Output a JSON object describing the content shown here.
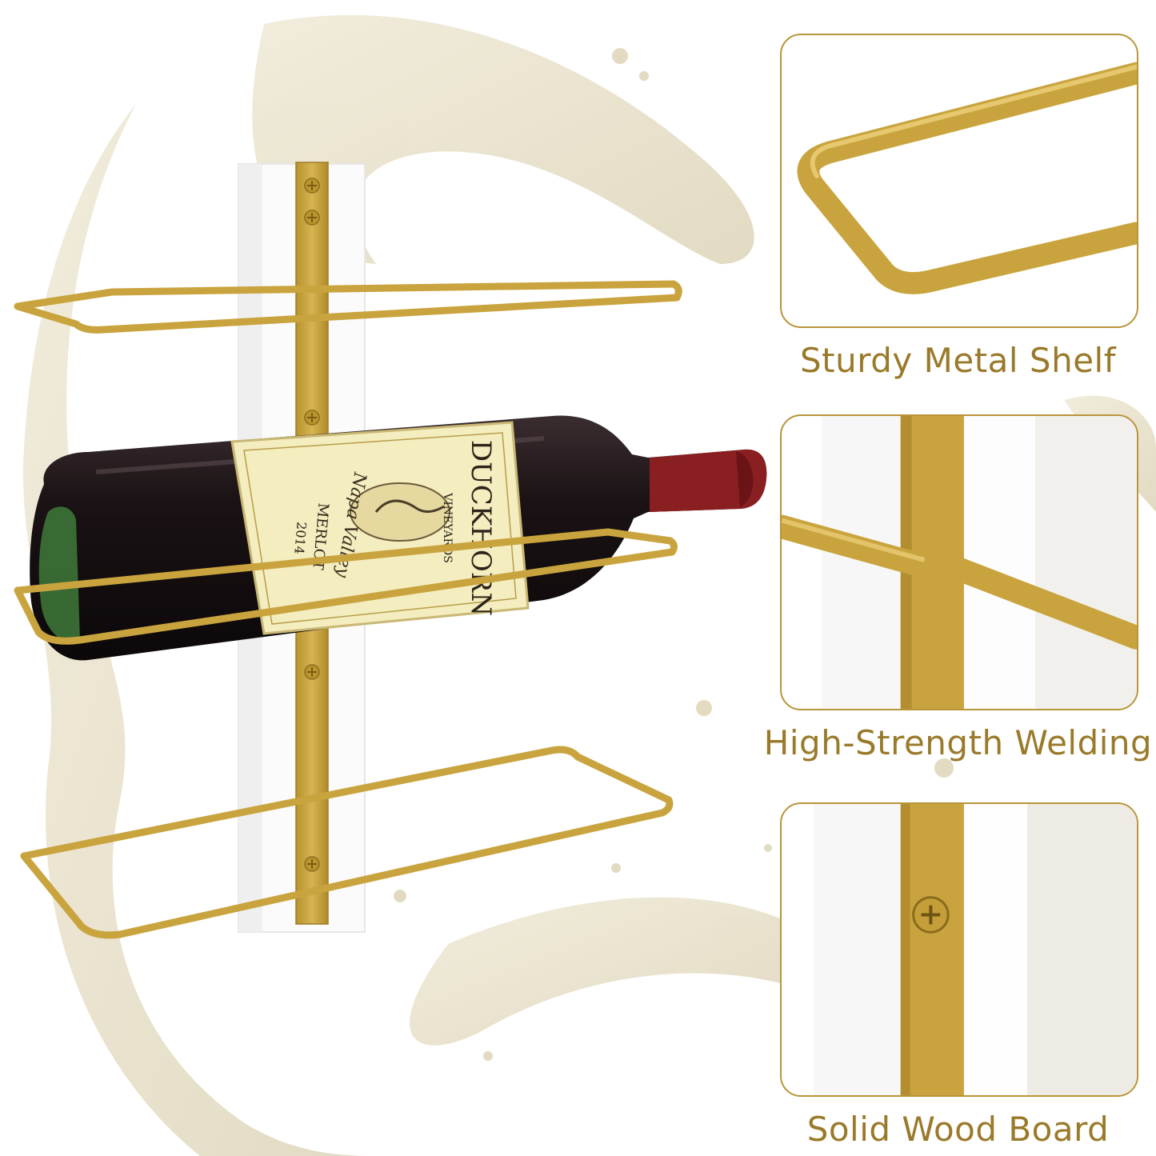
{
  "features": [
    {
      "caption": "Sturdy Metal Shelf"
    },
    {
      "caption": "High-Strength Welding"
    },
    {
      "caption": "Solid Wood Board"
    }
  ],
  "label": {
    "vintage": "2014",
    "varietal": "MERLOT",
    "brand": "DUCKHORN",
    "sub": "VINEYARDS",
    "signature": "Napa Valley"
  },
  "colors": {
    "gold": "#c9a43e",
    "gold_dark": "#a8842a",
    "caption": "#9a7a2a",
    "border": "#b8953a",
    "splash": "#e6dfc8",
    "bottle": "#1c1416",
    "cork": "#8a1f22",
    "label_paper": "#f3edbf"
  }
}
